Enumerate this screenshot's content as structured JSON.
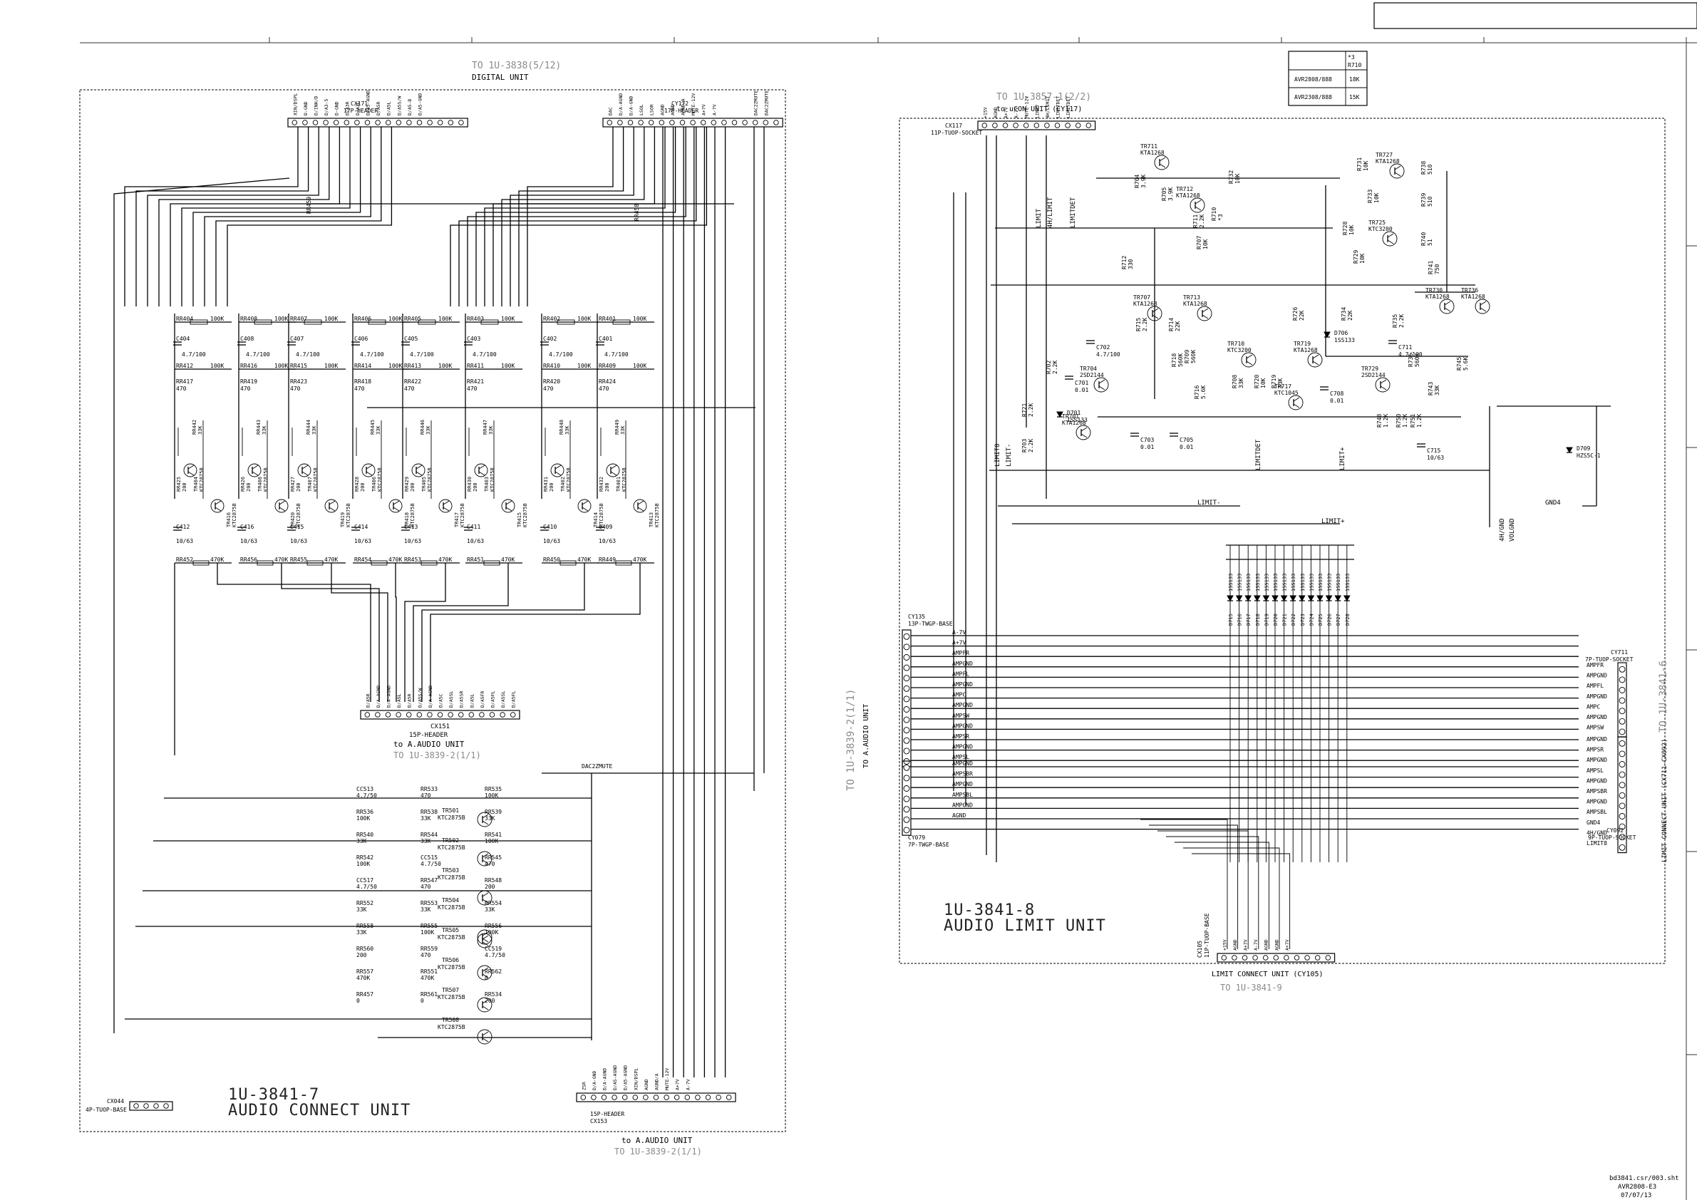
{
  "title_block": {
    "label": ""
  },
  "variant_table": {
    "header_ref": "*3",
    "header_part": "R710",
    "rows": [
      {
        "model": "AVR2808/888",
        "value": "18K"
      },
      {
        "model": "AVR2308/888",
        "value": "15K"
      }
    ]
  },
  "left_unit": {
    "top_ref": "TO 1U-3838(5/12)",
    "top_ref_sub": "DIGITAL UNIT",
    "cx171": "CX171",
    "cx171_type": "17P-HEADER",
    "cx171_pins": [
      "XIN/DSPL",
      "D-GND",
      "D/INH/D",
      "D/A3-5",
      "D-GND",
      "D/A3R",
      "D/A3L",
      "D/A5-AGND",
      "D/A5R",
      "D/A5L",
      "D/A5S/W",
      "D/A5-D",
      "D/A5-GND",
      "",
      "",
      "",
      ""
    ],
    "cy172": "CY172",
    "cy172_type": "17P-HEADER",
    "cy172_pins": [
      "DAC",
      "D/A-AGND",
      "D/A-GND",
      "LSOL",
      "LSOR",
      "AGND",
      "AGND",
      "AGND/A",
      "MUTE-12V",
      "A+7V",
      "A-7V",
      "",
      "",
      "",
      "DAC2ZMUTE",
      "DAC2ZMUTE",
      ""
    ],
    "resistors_row1": [
      {
        "ref": "RR404",
        "val": "100K"
      },
      {
        "ref": "RR408",
        "val": "100K"
      },
      {
        "ref": "RR407",
        "val": "100K"
      },
      {
        "ref": "RR406",
        "val": "100K"
      },
      {
        "ref": "RR405",
        "val": "100K"
      },
      {
        "ref": "RR403",
        "val": "100K"
      },
      {
        "ref": "RR402",
        "val": "100K"
      },
      {
        "ref": "RR401",
        "val": "100K"
      }
    ],
    "caps_row1": [
      {
        "ref": "C404",
        "val": "4.7/100"
      },
      {
        "ref": "C408",
        "val": "4.7/100"
      },
      {
        "ref": "C407",
        "val": "4.7/100"
      },
      {
        "ref": "C406",
        "val": "4.7/100"
      },
      {
        "ref": "C405",
        "val": "4.7/100"
      },
      {
        "ref": "C403",
        "val": "4.7/100"
      },
      {
        "ref": "C402",
        "val": "4.7/100"
      },
      {
        "ref": "C401",
        "val": "4.7/100"
      }
    ],
    "resistors_row2": [
      {
        "ref": "RR412",
        "val": "100K"
      },
      {
        "ref": "RR416",
        "val": "100K"
      },
      {
        "ref": "RR415",
        "val": "100K"
      },
      {
        "ref": "RR414",
        "val": "100K"
      },
      {
        "ref": "RR413",
        "val": "100K"
      },
      {
        "ref": "RR411",
        "val": "100K"
      },
      {
        "ref": "RR410",
        "val": "100K"
      },
      {
        "ref": "RR409",
        "val": "100K"
      }
    ],
    "resistors_row3": [
      {
        "ref": "RR417",
        "val": "470"
      },
      {
        "ref": "RR419",
        "val": "470"
      },
      {
        "ref": "RR423",
        "val": "470"
      },
      {
        "ref": "RR418",
        "val": "470"
      },
      {
        "ref": "RR422",
        "val": "470"
      },
      {
        "ref": "RR421",
        "val": "470"
      },
      {
        "ref": "RR420",
        "val": "470"
      },
      {
        "ref": "RR424",
        "val": "470"
      }
    ],
    "transistors": [
      "TR404",
      "TR408",
      "TR407",
      "TR406",
      "TR405",
      "TR403",
      "TR402",
      "TR401",
      "TR416",
      "TR420",
      "TR419",
      "TR418",
      "TR417",
      "TR415",
      "TR414",
      "TR413"
    ],
    "transistor_type": "KTC2875B",
    "caps_row2": [
      {
        "ref": "C412",
        "val": "10/63"
      },
      {
        "ref": "C416",
        "val": "10/63"
      },
      {
        "ref": "C415",
        "val": "10/63"
      },
      {
        "ref": "C414",
        "val": "10/63"
      },
      {
        "ref": "C413",
        "val": "10/63"
      },
      {
        "ref": "C411",
        "val": "10/63"
      },
      {
        "ref": "C410",
        "val": "10/63"
      },
      {
        "ref": "C409",
        "val": "10/63"
      }
    ],
    "resistors_row4": [
      {
        "ref": "RR452",
        "val": "470K"
      },
      {
        "ref": "RR456",
        "val": "470K"
      },
      {
        "ref": "RR455",
        "val": "470K"
      },
      {
        "ref": "RR454",
        "val": "470K"
      },
      {
        "ref": "RR453",
        "val": "470K"
      },
      {
        "ref": "RR451",
        "val": "470K"
      },
      {
        "ref": "RR450",
        "val": "470K"
      },
      {
        "ref": "RR449",
        "val": "470K"
      }
    ],
    "cx151": "CX151",
    "cx151_type": "15P-HEADER",
    "cx151_to": "to A.AUDIO UNIT",
    "cx151_ref": "TO 1U-3839-2(1/1)",
    "cx151_pins": [
      "D/A5R",
      "D/A-AGND",
      "D/A-AGND",
      "D/A5L",
      "D/A5R",
      "D/A5S/W",
      "D/A-AGND",
      "D/A5C",
      "D/A5SL",
      "D/A5SR",
      "D/A5L",
      "D/A5FR",
      "D/A5FL",
      "D/A5SL",
      "D/A5FL"
    ],
    "mute_label": "DAC2ZMUTE",
    "mute_parts": [
      {
        "ref": "CC513",
        "val": "4.7/50"
      },
      {
        "ref": "RR533",
        "val": "470"
      },
      {
        "ref": "RR535",
        "val": "100K"
      },
      {
        "ref": "RR536",
        "val": "100K"
      },
      {
        "ref": "RR538",
        "val": "33K"
      },
      {
        "ref": "RR539",
        "val": "33K"
      },
      {
        "ref": "RR540",
        "val": "33K"
      },
      {
        "ref": "RR544",
        "val": "33K"
      },
      {
        "ref": "RR541",
        "val": "100K"
      },
      {
        "ref": "RR542",
        "val": "100K"
      },
      {
        "ref": "CC515",
        "val": "4.7/50"
      },
      {
        "ref": "RR545",
        "val": "470"
      },
      {
        "ref": "CC517",
        "val": "4.7/50"
      },
      {
        "ref": "RR547",
        "val": "470"
      },
      {
        "ref": "RR548",
        "val": "200"
      },
      {
        "ref": "RR552",
        "val": "33K"
      },
      {
        "ref": "RR553",
        "val": "33K"
      },
      {
        "ref": "RR554",
        "val": "33K"
      },
      {
        "ref": "RR558",
        "val": "33K"
      },
      {
        "ref": "RR555",
        "val": "100K"
      },
      {
        "ref": "RR556",
        "val": "100K"
      },
      {
        "ref": "RR560",
        "val": "200"
      },
      {
        "ref": "RR559",
        "val": "470"
      },
      {
        "ref": "CC519",
        "val": "4.7/50"
      },
      {
        "ref": "RR557",
        "val": "470K"
      },
      {
        "ref": "RR551",
        "val": "470K"
      },
      {
        "ref": "RR562",
        "val": "0"
      },
      {
        "ref": "RR457",
        "val": "0"
      },
      {
        "ref": "RR561",
        "val": "0"
      },
      {
        "ref": "RR534",
        "val": "200"
      }
    ],
    "mute_transistors": [
      "TR501",
      "TR502",
      "TR503",
      "TR504",
      "TR505",
      "TR506",
      "TR507",
      "TR508"
    ],
    "cx044": "CX044",
    "cx044_type": "4P-TUOP-BASE",
    "unit_id": "1U-3841-7",
    "unit_name": "AUDIO CONNECT UNIT",
    "cx153_type": "15P-HEADER",
    "cx153": "CX153",
    "cx153_to": "to A.AUDIO UNIT",
    "cx153_ref": "TO 1U-3839-2(1/1)",
    "cx153_pins": [
      "ZSR",
      "D/A-GND",
      "D/A-AGND",
      "D/A5-AGND",
      "D/A5-AGND",
      "XIN/DSPL",
      "AGND",
      "AGND/A",
      "MUTE-12V",
      "A+7V",
      "A-7V",
      "",
      "",
      "",
      ""
    ]
  },
  "right_unit": {
    "top_ref": "TO 1U-3857-1(2/2)",
    "top_ref_sub": "to uCON UNIT (CY117)",
    "cx117": "CX117",
    "cx117_type": "11P-TUOP-SOCKET",
    "cx117_pins": [
      "+15V",
      "AGND",
      "A+7V",
      "A-7V",
      "MUTE-12V",
      "LIMIT",
      "4H/LIMIT",
      "LIMITDET",
      "LIMITDET",
      "",
      ""
    ],
    "transistors": [
      {
        "ref": "TR711",
        "type": "KTA1268"
      },
      {
        "ref": "TR712",
        "type": "KTA1268"
      },
      {
        "ref": "TR727",
        "type": "KTA1268"
      },
      {
        "ref": "TR725",
        "type": "KTC3200"
      },
      {
        "ref": "TR707",
        "type": "KTA1268"
      },
      {
        "ref": "TR713",
        "type": "KTA1268"
      },
      {
        "ref": "TR730",
        "type": "KTA1268"
      },
      {
        "ref": "TR736",
        "type": "KTA1268"
      },
      {
        "ref": "TR710",
        "type": "KTC3200"
      },
      {
        "ref": "TR719",
        "type": "KTA1268"
      },
      {
        "ref": "TR704",
        "type": "2SD2144"
      },
      {
        "ref": "TR717",
        "type": "KTC1045"
      },
      {
        "ref": "TR729",
        "type": "2SD2144"
      },
      {
        "ref": "TR701",
        "type": "KTA1268"
      }
    ],
    "resistors": [
      {
        "ref": "R704",
        "val": "3.9K"
      },
      {
        "ref": "R705",
        "val": "3.9K"
      },
      {
        "ref": "R732",
        "val": "10K"
      },
      {
        "ref": "R711",
        "val": "2.2K"
      },
      {
        "ref": "R710",
        "val": "*3"
      },
      {
        "ref": "R707",
        "val": "10K"
      },
      {
        "ref": "R731",
        "val": "10K"
      },
      {
        "ref": "R733",
        "val": "10K"
      },
      {
        "ref": "R728",
        "val": "10K"
      },
      {
        "ref": "R729",
        "val": "10K"
      },
      {
        "ref": "R738",
        "val": "510"
      },
      {
        "ref": "R739",
        "val": "510"
      },
      {
        "ref": "R740",
        "val": "51"
      },
      {
        "ref": "R741",
        "val": "750"
      },
      {
        "ref": "R712",
        "val": "330"
      },
      {
        "ref": "R715",
        "val": "2.2K"
      },
      {
        "ref": "R714",
        "val": "22K"
      },
      {
        "ref": "R718",
        "val": "560K"
      },
      {
        "ref": "R709",
        "val": "560K"
      },
      {
        "ref": "R716",
        "val": "5.6K"
      },
      {
        "ref": "R726",
        "val": "22K"
      },
      {
        "ref": "R734",
        "val": "22K"
      },
      {
        "ref": "R735",
        "val": "2.2K"
      },
      {
        "ref": "R736",
        "val": "560K"
      },
      {
        "ref": "R745",
        "val": "5.6K"
      },
      {
        "ref": "R702",
        "val": "2.2K"
      },
      {
        "ref": "R708",
        "val": "33K"
      },
      {
        "ref": "R720",
        "val": "10K"
      },
      {
        "ref": "R719",
        "val": "33K"
      },
      {
        "ref": "R743",
        "val": "33K"
      },
      {
        "ref": "R721",
        "val": "2.2K"
      },
      {
        "ref": "R703",
        "val": "2.2K"
      },
      {
        "ref": "R748",
        "val": "1.2K"
      },
      {
        "ref": "R750",
        "val": "1.2K"
      },
      {
        "ref": "R751",
        "val": "1.2K"
      }
    ],
    "caps": [
      {
        "ref": "C702",
        "val": "4.7/100"
      },
      {
        "ref": "C711",
        "val": "4.7/100"
      },
      {
        "ref": "C701",
        "val": "0.01"
      },
      {
        "ref": "C703",
        "val": "0.01"
      },
      {
        "ref": "C705",
        "val": "0.01"
      },
      {
        "ref": "C708",
        "val": "0.01"
      },
      {
        "ref": "C715",
        "val": "10/63"
      }
    ],
    "diodes": [
      {
        "ref": "D706",
        "val": "1SS133"
      },
      {
        "ref": "D701",
        "val": "1SS133"
      },
      {
        "ref": "D709",
        "val": "HZS5C-1"
      }
    ],
    "net_labels": [
      "LIMIT-",
      "LIMIT+",
      "GND4",
      "LIMIT",
      "4H/LIMIT",
      "LIMITDET",
      "LIMITDET",
      "LIMIT+",
      "LIMIT-",
      "LIMIT8",
      "4H/GND",
      "VOLGND"
    ],
    "diode_array": [
      "D715",
      "D716",
      "D717",
      "D718",
      "D719",
      "D720",
      "D721",
      "D722",
      "D723",
      "D724",
      "D725",
      "D726",
      "D727",
      "D728"
    ],
    "diode_array_type": "1SS133",
    "cy135": "CY135",
    "cy135_type": "13P-TWGP-BASE",
    "cy135_pins": [
      "A-7V",
      "A+7V",
      "AMPFR",
      "AMPGND",
      "AMPFL",
      "AMPGND",
      "AMPC",
      "AMPGND",
      "AMPSW",
      "AMPGND",
      "AMPSR",
      "AMPGND",
      "AMPSL"
    ],
    "cy079": "CY079",
    "cy079_type": "7P-TWGP-BASE",
    "cy079_pins": [
      "AMPGND",
      "AMPSBR",
      "AMPGND",
      "AMPSBL",
      "AMPGND",
      "AGND",
      ""
    ],
    "left_side_ref": "TO 1U-3839-2(1/1)",
    "left_side_sub": "TO A.AUDIO UNIT",
    "cy711": "CY711",
    "cy711_type": "7P-TUOP-SOCKET",
    "cy711_pins": [
      "AMPFR",
      "AMPGND",
      "AMPFL",
      "AMPGND",
      "AMPC",
      "AMPGND",
      "AMPSW"
    ],
    "cy092_pins": [
      "AMPGND",
      "AMPSR",
      "AMPGND",
      "AMPSL",
      "AMPGND",
      "AMPSBR",
      "AMPGND",
      "AMPSBL",
      "GND4",
      "4H/GND",
      "LIMIT8"
    ],
    "cy092": "CY092",
    "cy092_type": "9P-TUOP-SOCKET",
    "right_side_ref": "TO 1U-3841-6",
    "right_side_sub": "LIMIT CONNECT UNIT (CX711-CX092)",
    "unit_id": "1U-3841-8",
    "unit_name": "AUDIO LIMIT UNIT",
    "cx105": "CX105",
    "cx105_type": "11P-TUOP-BASE",
    "cx105_pins": [
      "+15V",
      "AGND",
      "A+7V",
      "A-7V",
      "AGND",
      "AGND",
      "A+7V",
      "",
      "",
      "",
      ""
    ],
    "cx105_caption": "LIMIT CONNECT UNIT (CY105)",
    "cx105_ref": "TO 1U-3841-9"
  },
  "footer": {
    "file": "bd3841.csr/003.sht",
    "model": "AVR2808-E3",
    "date": "07/07/13"
  }
}
